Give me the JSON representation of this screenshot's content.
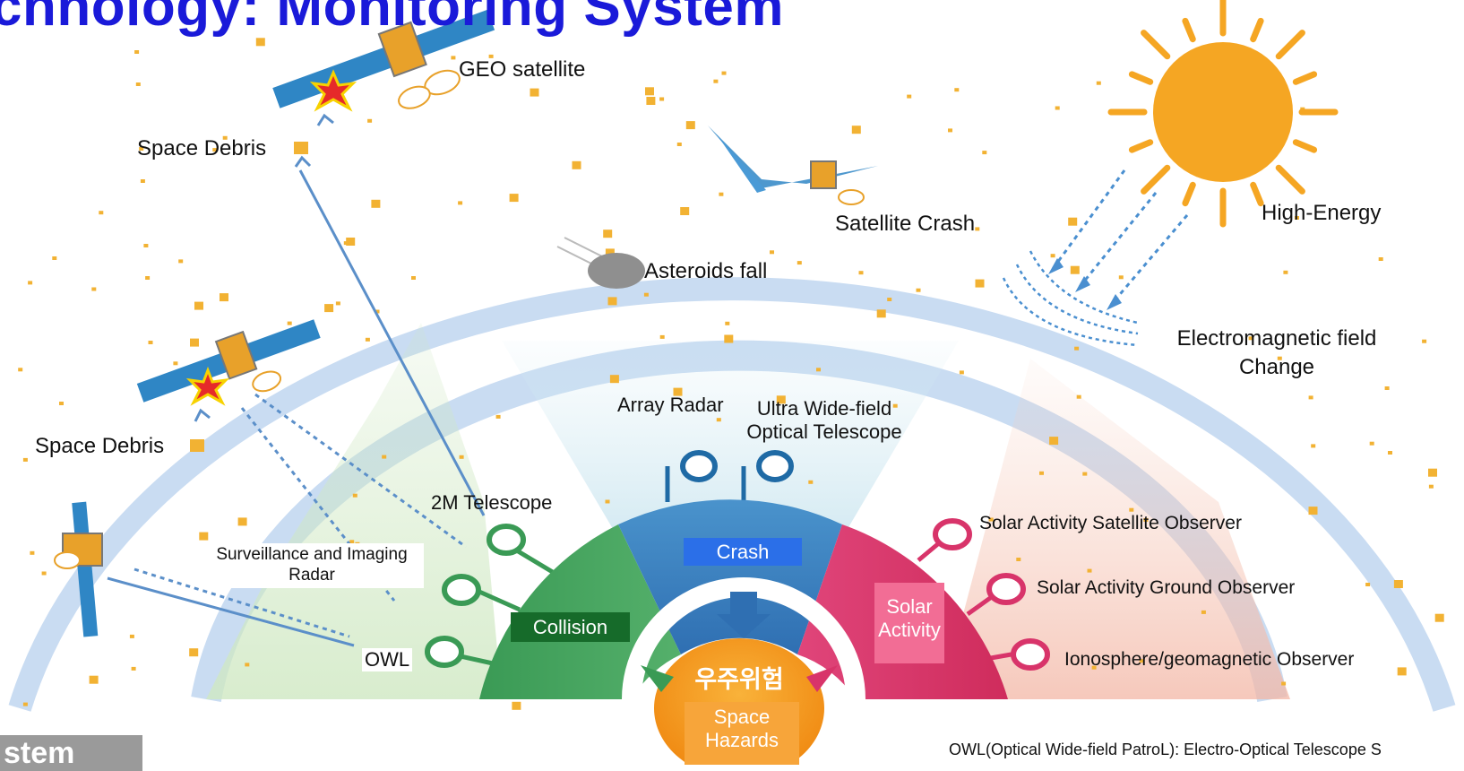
{
  "title": "chnology: Monitoring System",
  "labels": {
    "geo_satellite": "GEO satellite",
    "space_debris_top": "Space Debris",
    "space_debris_left": "Space Debris",
    "satellite_crash": "Satellite Crash",
    "high_energy": "High-Energy",
    "asteroids_fall": "Asteroids fall",
    "em_field_line1": "Electromagnetic field",
    "em_field_line2": "Change",
    "array_radar": "Array Radar",
    "uwf_line1": "Ultra Wide-field",
    "uwf_line2": "Optical Telescope",
    "telescope_2m": "2M Telescope",
    "sir_line1": "Surveillance and Imaging",
    "sir_line2": "Radar",
    "owl": "OWL",
    "solar_sat_observer": "Solar Activity Satellite Observer",
    "solar_ground_observer": "Solar Activity Ground Observer",
    "iono_observer": "Ionosphere/geomagnetic Observer"
  },
  "categories": {
    "crash": "Crash",
    "collision": "Collision",
    "solar_line1": "Solar",
    "solar_line2": "Activity",
    "korean": "우주위험",
    "hazards_line1": "Space",
    "hazards_line2": "Hazards"
  },
  "colors": {
    "title": "#1a1ad9",
    "collision": "#3f9a5a",
    "crash": "#3478b8",
    "solar": "#d8346a",
    "hazards": "#f39a1e",
    "sun": "#f5a623",
    "arc": "#c9dcf2",
    "star": "#f2b233"
  },
  "bottom_tab": "stem",
  "footnote": "OWL(Optical Wide-field PatroL): Electro-Optical Telescope S"
}
